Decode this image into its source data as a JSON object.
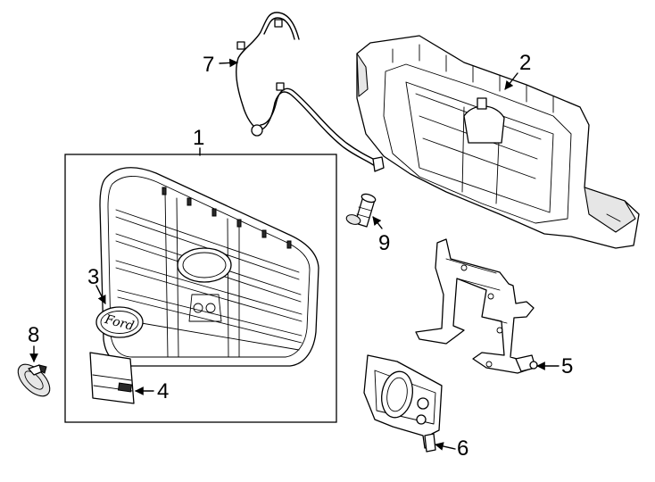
{
  "callouts": {
    "c1": "1",
    "c2": "2",
    "c3": "3",
    "c4": "4",
    "c5": "5",
    "c6": "6",
    "c7": "7",
    "c8": "8",
    "c9": "9"
  },
  "emblem": {
    "logo_text": "Ford"
  }
}
